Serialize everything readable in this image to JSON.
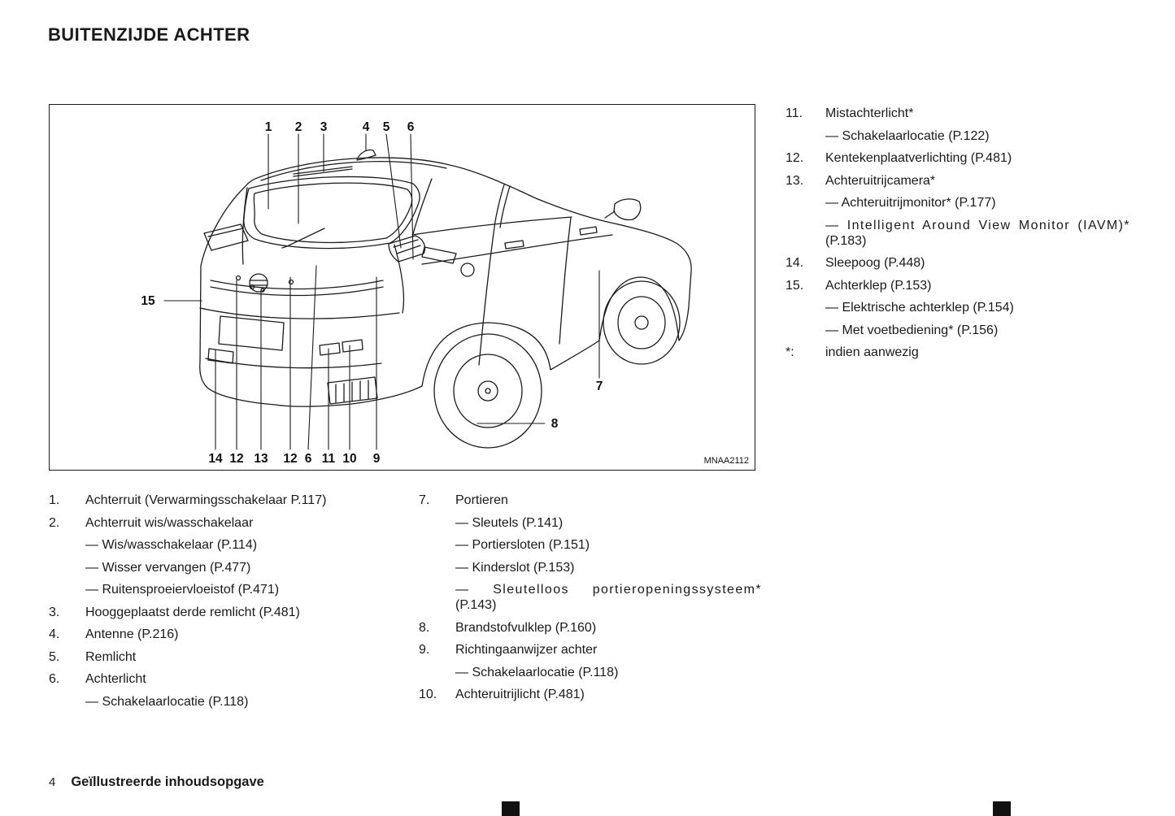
{
  "page": {
    "title": "BUITENZIJDE ACHTER",
    "footer_page_number": "4",
    "footer_title": "Geïllustreerde inhoudsopgave"
  },
  "figure": {
    "code": "MNAA2112",
    "top_labels": [
      "1",
      "2",
      "3",
      "4",
      "5",
      "6"
    ],
    "left_label": "15",
    "label_7": "7",
    "label_8": "8",
    "bottom_labels": [
      "14",
      "12",
      "13",
      "12",
      "6",
      "11",
      "10",
      "9"
    ]
  },
  "lists": {
    "left": [
      {
        "num": "1.",
        "text": "Achterruit (Verwarmingsschakelaar P.117)"
      },
      {
        "num": "2.",
        "text": "Achterruit wis/wasschakelaar",
        "subs": [
          "— Wis/wasschakelaar (P.114)",
          "— Wisser vervangen (P.477)",
          "— Ruitensproeiervloeistof (P.471)"
        ]
      },
      {
        "num": "3.",
        "text": "Hooggeplaatst derde remlicht (P.481)"
      },
      {
        "num": "4.",
        "text": "Antenne (P.216)"
      },
      {
        "num": "5.",
        "text": "Remlicht"
      },
      {
        "num": "6.",
        "text": "Achterlicht",
        "subs": [
          "— Schakelaarlocatie (P.118)"
        ]
      }
    ],
    "middle": [
      {
        "num": "7.",
        "text": "Portieren",
        "subs": [
          "— Sleutels (P.141)",
          "— Portiersloten (P.151)",
          "— Kinderslot (P.153)",
          "— Sleutelloos portieropeningssysteem*",
          "(P.143)"
        ]
      },
      {
        "num": "8.",
        "text": "Brandstofvulklep (P.160)"
      },
      {
        "num": "9.",
        "text": "Richtingaanwijzer achter",
        "subs": [
          "— Schakelaarlocatie (P.118)"
        ]
      },
      {
        "num": "10.",
        "text": "Achteruitrijlicht (P.481)"
      }
    ],
    "right": [
      {
        "num": "11.",
        "text": "Mistachterlicht*",
        "subs": [
          "— Schakelaarlocatie (P.122)"
        ]
      },
      {
        "num": "12.",
        "text": "Kentekenplaatverlichting (P.481)"
      },
      {
        "num": "13.",
        "text": "Achteruitrijcamera*",
        "subs": [
          "— Achteruitrijmonitor* (P.177)",
          "— Intelligent Around View Monitor (IAVM)*",
          "(P.183)"
        ]
      },
      {
        "num": "14.",
        "text": "Sleepoog (P.448)"
      },
      {
        "num": "15.",
        "text": "Achterklep (P.153)",
        "subs": [
          "— Elektrische achterklep (P.154)",
          "— Met voetbediening* (P.156)"
        ]
      },
      {
        "num": "*:",
        "text": "indien aanwezig"
      }
    ]
  }
}
